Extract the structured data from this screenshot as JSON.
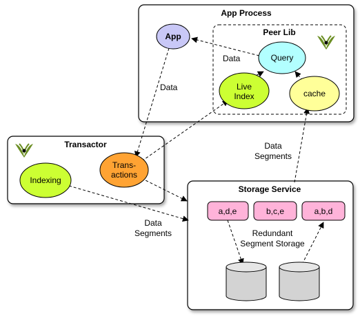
{
  "containers": {
    "app_process": "App Process",
    "peer_lib": "Peer Lib",
    "transactor": "Transactor",
    "storage_service": "Storage Service"
  },
  "nodes": {
    "app": "App",
    "query": "Query",
    "live_index": [
      "Live",
      "Index"
    ],
    "cache": "cache",
    "indexing": "Indexing",
    "transactions": [
      "Trans-",
      "actions"
    ],
    "seg1": "a,d,e",
    "seg2": "b,c,e",
    "seg3": "a,b,d"
  },
  "edge_labels": {
    "app_data": "Data",
    "query_data": "Data",
    "storage_to_peer": [
      "Data",
      "Segments"
    ],
    "transactor_to_storage": [
      "Data",
      "Segments"
    ],
    "redundant": [
      "Redundant",
      "Segment Storage"
    ]
  },
  "colors": {
    "app": "#c9c8f7",
    "query": "#b2ffff",
    "live_index": "#ccff33",
    "cache": "#ffff99",
    "indexing": "#ccff33",
    "transactions": "#ffa333",
    "segment": "#ffb3d9",
    "container": "#ffffff",
    "logo": "#6b8e23"
  },
  "icons": [
    "datomic-logo-icon",
    "datomic-logo-icon"
  ]
}
